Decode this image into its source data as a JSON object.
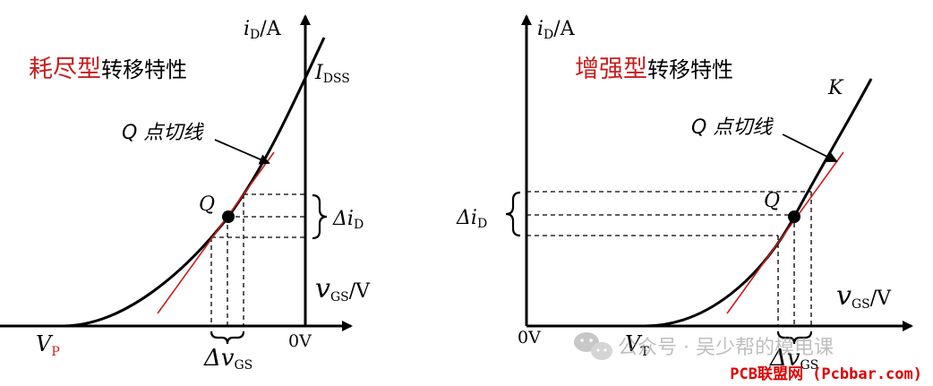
{
  "left": {
    "title_colored": "耗尽型",
    "title_rest": "转移特性",
    "y_axis": {
      "i": "i",
      "sub": "D",
      "unit": "/A"
    },
    "x_axis": {
      "v": "v",
      "sub": "GS",
      "unit": "/V"
    },
    "origin": "0V",
    "idss": {
      "i": "I",
      "sub": "DSS"
    },
    "tangent_label": "Q 点切线",
    "q_label": "Q",
    "delta_i": {
      "d": "Δi",
      "sub": "D"
    },
    "delta_v": {
      "d": "Δv",
      "sub": "GS"
    },
    "vp": {
      "v": "V",
      "sub": "P"
    }
  },
  "right": {
    "title_colored": "增强型",
    "title_rest": "转移特性",
    "y_axis": {
      "i": "i",
      "sub": "D",
      "unit": "/A"
    },
    "x_axis": {
      "v": "v",
      "sub": "GS",
      "unit": "/V"
    },
    "origin": "0V",
    "k_label": "K",
    "tangent_label": "Q 点切线",
    "q_label": "Q",
    "delta_i": {
      "d": "Δi",
      "sub": "D"
    },
    "delta_v": {
      "d": "Δv",
      "sub": "GS"
    },
    "vt": {
      "v": "V",
      "sub": "T"
    }
  },
  "watermark": "公众号 · 吴少帮的模电课",
  "footer": "PCB联盟网 (Pcbbar.com)",
  "colors": {
    "accent_red": "#c81e1e",
    "curve": "#000000",
    "footer_red": "#e00000"
  }
}
